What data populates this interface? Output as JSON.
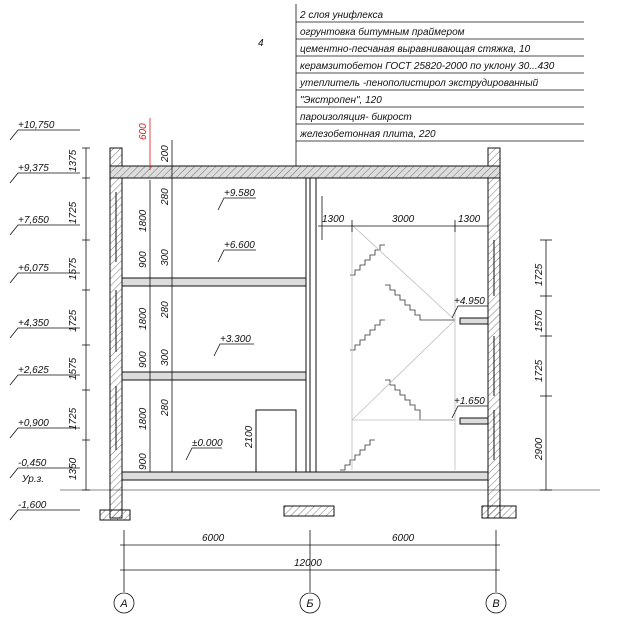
{
  "notes": {
    "floor_marker": "4",
    "layers": [
      "2 слоя унифлекса",
      "огрунтовка битумным праймером",
      "цементно-песчаная выравнивающая стяжка, 10",
      "керамзитобетон ГОСТ 25820-2000 по уклону 30...430",
      "утеплитель -пенополистирол экструдированный",
      "\"Экстропен\", 120",
      "пароизоляция- бикрост",
      "железобетонная плита, 220"
    ]
  },
  "levels_left": [
    "+10,750",
    "+9,375",
    "+7,650",
    "+6,075",
    "+4,350",
    "+2,625",
    "+0,900",
    "-0,450",
    "Ур.з.",
    "-1,600"
  ],
  "dims_left_outer": [
    "1375",
    "1725",
    "1575",
    "1725",
    "1575",
    "1725",
    "1350"
  ],
  "dims_left_inner": [
    "200",
    "280",
    "1800",
    "900",
    "300",
    "280",
    "1800",
    "900",
    "300",
    "280",
    "1800",
    "900"
  ],
  "red_dim": "600",
  "floor_marks": [
    "+9.580",
    "+6.600",
    "+3.300",
    "±0.000"
  ],
  "door_dim": "2100",
  "stair": {
    "top_dims": [
      "1300",
      "3000",
      "1300"
    ],
    "landing_marks": [
      "+4.950",
      "+1.650"
    ],
    "right_dims": [
      "1725",
      "1570",
      "1725",
      "2900"
    ]
  },
  "bottom_dims": {
    "left": "6000",
    "right": "6000",
    "total": "12000"
  },
  "axes": [
    "А",
    "Б",
    "В"
  ]
}
